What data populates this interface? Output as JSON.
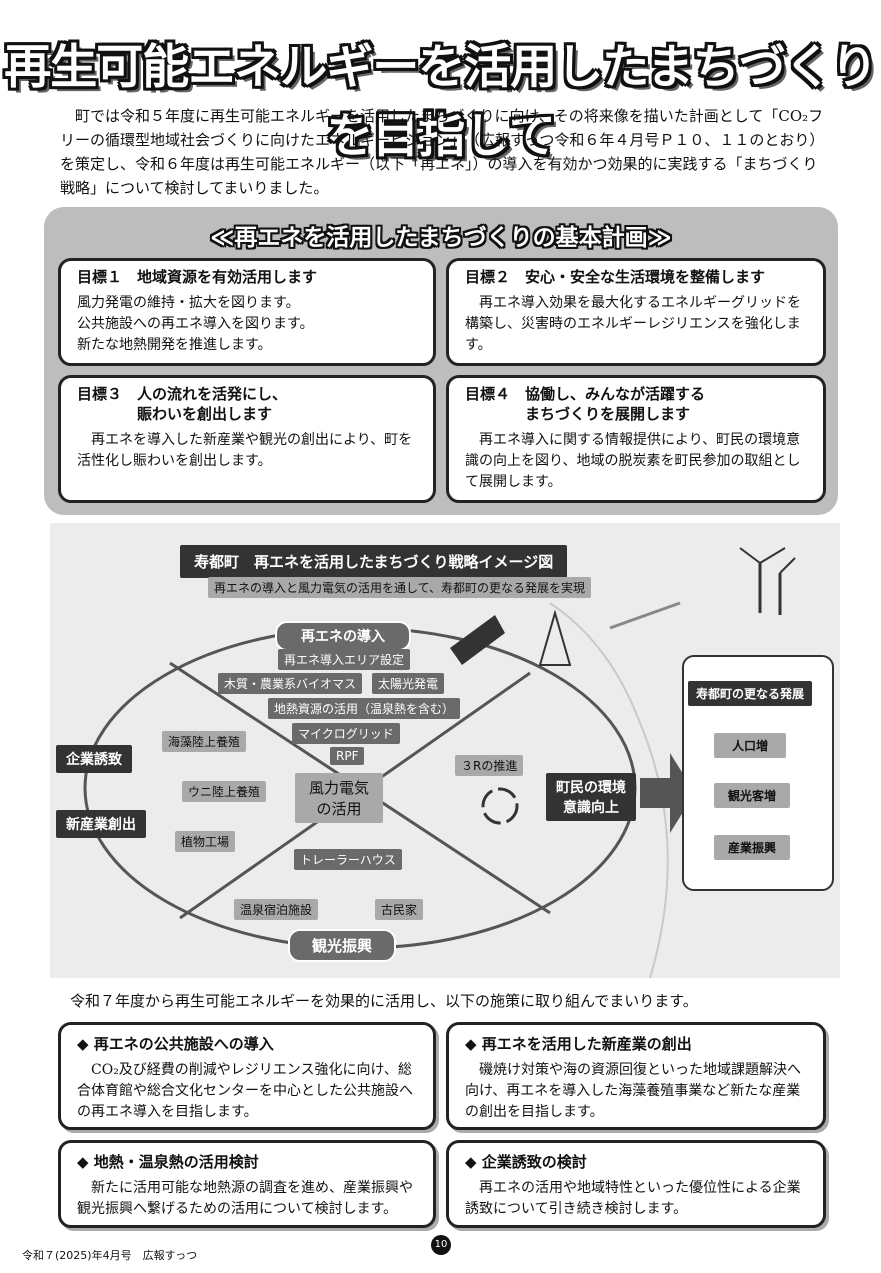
{
  "title": "再生可能エネルギーを活用したまちづくりを目指して",
  "intro": "町では令和５年度に再生可能エネルギーを活用したまちづくりに向け、その将来像を描いた計画として「CO₂フリーの循環型地域社会づくりに向けたエネルギービジョン」　（広報すっつ令和６年４月号Ｐ１０、１１のとおり）を策定し、令和６年度は再生可能エネルギー（以下「再エネ」）の導入を有効かつ効果的に実践する「まちづくり戦略」について検討してまいりました。",
  "plan": {
    "title": "≪再エネを活用したまちづくりの基本計画≫",
    "goals": [
      {
        "heading": "目標１　地域資源を有効活用します",
        "body": "風力発電の維持・拡大を図ります。\n公共施設への再エネ導入を図ります。\n新たな地熱開発を推進します。"
      },
      {
        "heading": "目標２　安心・安全な生活環境を整備します",
        "body": "　再エネ導入効果を最大化するエネルギーグリッドを構築し、災害時のエネルギーレジリエンスを強化します。"
      },
      {
        "heading": "目標３　人の流れを活発にし、\n　　　　賑わいを創出します",
        "body": "　再エネを導入した新産業や観光の創出により、町を活性化し賑わいを創出します。"
      },
      {
        "heading": "目標４　協働し、みんなが活躍する\n　　　　まちづくりを展開します",
        "body": "　再エネ導入に関する情報提供により、町民の環境意識の向上を図り、地域の脱炭素を町民参加の取組として展開します。"
      }
    ]
  },
  "diagram": {
    "title": "寿都町　再エネを活用したまちづくり戦略イメージ図",
    "subtitle": "再エネの導入と風力電気の活用を通して、寿都町の更なる発展を実現",
    "intro_label": "再エネの導入",
    "items": [
      "再エネ導入エリア設定",
      "木質・農業系バイオマス",
      "太陽光発電",
      "地熱資源の活用（温泉熱を含む）",
      "マイクログリッド",
      "RPF"
    ],
    "center": "風力電気\nの活用",
    "recycle": "３Rの推進",
    "left_labels": [
      "企業誘致",
      "新産業創出"
    ],
    "left_items": [
      "海藻陸上養殖",
      "ウニ陸上養殖",
      "植物工場"
    ],
    "bottom_items": [
      "トレーラーハウス",
      "温泉宿泊施設",
      "古民家"
    ],
    "tourism": "観光振興",
    "awareness": "町民の環境\n意識向上",
    "result_title": "寿都町の更なる発展",
    "results": [
      "人口増",
      "観光客増",
      "産業振興"
    ]
  },
  "lead": "令和７年度から再生可能エネルギーを効果的に活用し、以下の施策に取り組んでまいります。",
  "measures": [
    {
      "heading": "◆ 再エネの公共施設への導入",
      "body": "　CO₂及び経費の削減やレジリエンス強化に向け、総合体育館や総合文化センターを中心とした公共施設への再エネ導入を目指します。"
    },
    {
      "heading": "◆ 再エネを活用した新産業の創出",
      "body": "　磯焼け対策や海の資源回復といった地域課題解決へ向け、再エネを導入した海藻養殖事業など新たな産業の創出を目指します。"
    },
    {
      "heading": "◆ 地熱・温泉熱の活用検討",
      "body": "　新たに活用可能な地熱源の調査を進め、産業振興や観光振興へ繋げるための活用について検討します。"
    },
    {
      "heading": "◆ 企業誘致の検討",
      "body": "　再エネの活用や地域特性といった優位性による企業誘致について引き続き検討します。"
    }
  ],
  "footer": "令和７(2025)年4月号　広報すっつ",
  "page_number": "10"
}
